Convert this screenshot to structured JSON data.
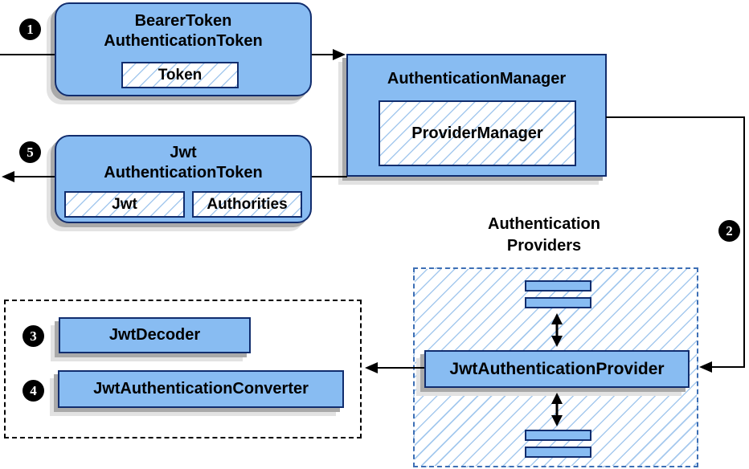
{
  "colors": {
    "box-fill": "#88BCF2",
    "box-border": "#112D6E",
    "hatch-line": "#A5C9EE",
    "dash-blue-border": "#3D6FB5",
    "dash-black-border": "#000000",
    "connector": "#000000",
    "badge-bg": "#000000",
    "badge-text": "#FFFFFF",
    "shadow-dark": "#A9A9A9",
    "shadow-light": "#E2E2E2"
  },
  "nodes": {
    "bearer_token": {
      "title": [
        "BearerToken",
        "AuthenticationToken"
      ],
      "chips": [
        "Token"
      ]
    },
    "authentication_manager": {
      "title": "AuthenticationManager",
      "inner": "ProviderManager"
    },
    "jwt_authentication_token": {
      "title": [
        "Jwt",
        "AuthenticationToken"
      ],
      "chips": [
        "Jwt",
        "Authorities"
      ]
    },
    "providers_group_label": [
      "Authentication",
      "Providers"
    ],
    "jwt_authentication_provider": {
      "title": "JwtAuthenticationProvider"
    },
    "jwt_decoder": {
      "title": "JwtDecoder"
    },
    "jwt_authentication_converter": {
      "title": "JwtAuthenticationConverter"
    }
  },
  "steps": [
    "1",
    "2",
    "3",
    "4",
    "5"
  ]
}
